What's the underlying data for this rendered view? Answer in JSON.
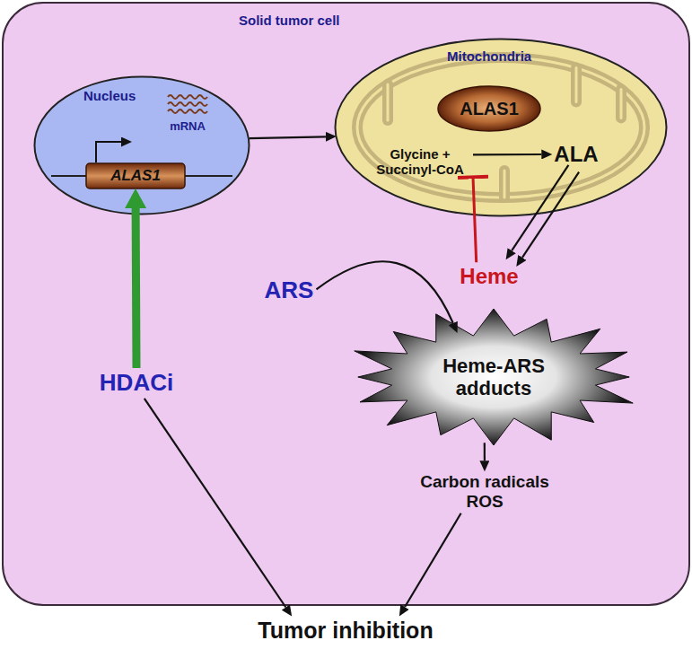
{
  "diagram": {
    "nodes": [
      {
        "text": [
          "Solid tumor cell"
        ]
      },
      {
        "text": [
          "Nucleus"
        ],
        "in": 0
      },
      {
        "text": [
          "ALAS1"
        ],
        "in": 1
      },
      {
        "text": [
          "Mitochondria"
        ],
        "in": 0
      },
      {
        "text": [
          "ALAS1"
        ],
        "in": 3
      },
      {
        "text": [
          "Glycine + Succinyl-CoA"
        ],
        "in": 3
      },
      {
        "text": [
          "ALA"
        ],
        "in": 3
      },
      {
        "text": [
          "Heme"
        ],
        "in": 0
      },
      {
        "text": [
          "ARS"
        ],
        "in": 0
      },
      {
        "text": [
          "Heme-ARS adducts"
        ],
        "in": 0
      },
      {
        "text": [
          "Carbon radicals ROS"
        ],
        "in": 0
      },
      {
        "text": [
          "HDACi"
        ],
        "in": 0
      },
      {
        "text": [
          "Tumor inhibition"
        ]
      }
    ],
    "edges": [
      {
        "from": 1,
        "to": 3,
        "arrow": "to"
      },
      {
        "from": 5,
        "to": 6,
        "arrow": "to"
      },
      {
        "from": 6,
        "to": 7,
        "arrow": "to"
      },
      {
        "from": 7,
        "to": 5,
        "arrow": "to"
      },
      {
        "from": 11,
        "to": 2,
        "arrow": "to"
      },
      {
        "from": 8,
        "to": 9,
        "arrow": "to"
      },
      {
        "from": 9,
        "to": 10,
        "arrow": "to"
      },
      {
        "from": 11,
        "to": 12,
        "arrow": "to"
      },
      {
        "from": 10,
        "to": 12,
        "arrow": "to"
      }
    ],
    "labels": [
      "mRNA"
    ]
  }
}
